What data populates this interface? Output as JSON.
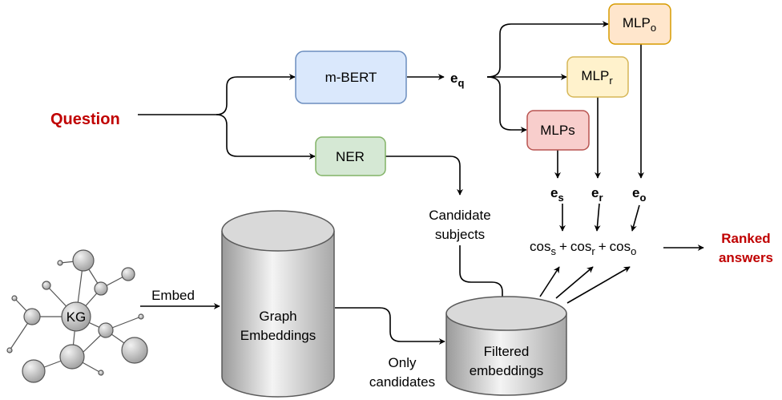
{
  "nodes": {
    "question": "Question",
    "mbert": "m-BERT",
    "ner": "NER",
    "eq": {
      "base": "e",
      "sub": "q"
    },
    "mlp_o": {
      "base": "MLP",
      "sub": "o"
    },
    "mlp_r": {
      "base": "MLP",
      "sub": "r"
    },
    "mlp_s": "MLPs",
    "es": {
      "base": "e",
      "sub": "s"
    },
    "er": {
      "base": "e",
      "sub": "r"
    },
    "eo": {
      "base": "e",
      "sub": "o"
    },
    "candidate_subjects": [
      "Candidate",
      "subjects"
    ],
    "cos": {
      "base": "cos",
      "subs": [
        "s",
        "r",
        "o"
      ],
      "plus": "+"
    },
    "ranked_answers": [
      "Ranked",
      "answers"
    ],
    "kg": "KG",
    "embed": "Embed",
    "graph_embeddings": [
      "Graph",
      "Embeddings"
    ],
    "only_candidates": [
      "Only",
      "candidates"
    ],
    "filtered_embeddings": [
      "Filtered",
      "embeddings"
    ]
  },
  "colors": {
    "mbert_fill": "#dae8fc",
    "mbert_stroke": "#6c8ebf",
    "ner_fill": "#d5e8d4",
    "ner_stroke": "#82b366",
    "mlp_o_fill": "#ffe6cc",
    "mlp_o_stroke": "#d79b00",
    "mlp_r_fill": "#fff2cc",
    "mlp_r_stroke": "#d6b656",
    "mlp_s_fill": "#f8cecc",
    "mlp_s_stroke": "#b85450",
    "accent_red": "#c00000",
    "cylinder_stroke": "#5a5a5a",
    "kg_node": "#c8c8c8"
  }
}
